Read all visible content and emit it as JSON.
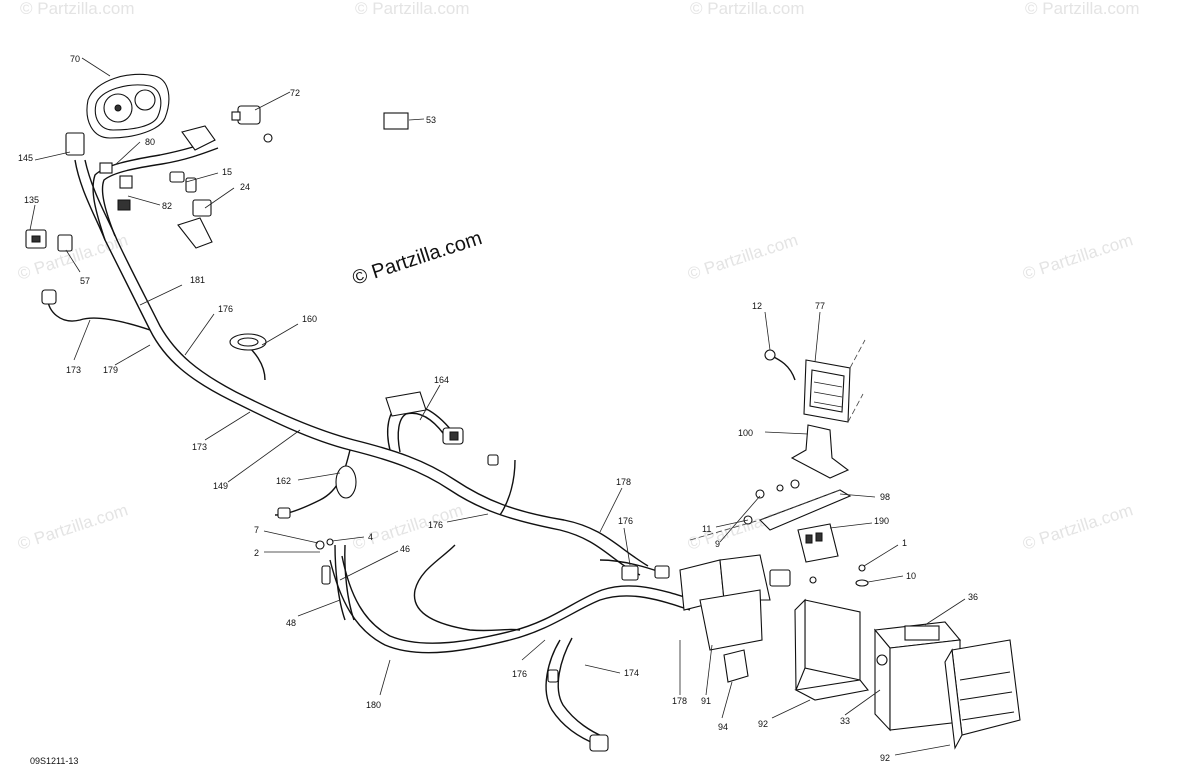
{
  "diagram": {
    "watermark": "© Partzilla.com",
    "drawing_code": "09S1211-13",
    "callouts": {
      "c70": "70",
      "c72": "72",
      "c53": "53",
      "c80": "80",
      "c145": "145",
      "c15": "15",
      "c24": "24",
      "c135": "135",
      "c82": "82",
      "c57": "57",
      "c181": "181",
      "c176a": "176",
      "c160": "160",
      "c173a": "173",
      "c179": "179",
      "c164": "164",
      "c173b": "173",
      "c149": "149",
      "c162": "162",
      "c12": "12",
      "c77": "77",
      "c100": "100",
      "c98": "98",
      "c178a": "178",
      "c176b": "176",
      "c176c": "176",
      "c11": "11",
      "c9": "9",
      "c190": "190",
      "c7": "7",
      "c4": "4",
      "c2": "2",
      "c46": "46",
      "c1": "1",
      "c10": "10",
      "c36": "36",
      "c48": "48",
      "c176d": "176",
      "c174": "174",
      "c180": "180",
      "c178b": "178",
      "c91": "91",
      "c94": "94",
      "c92a": "92",
      "c33": "33",
      "c92b": "92"
    }
  }
}
